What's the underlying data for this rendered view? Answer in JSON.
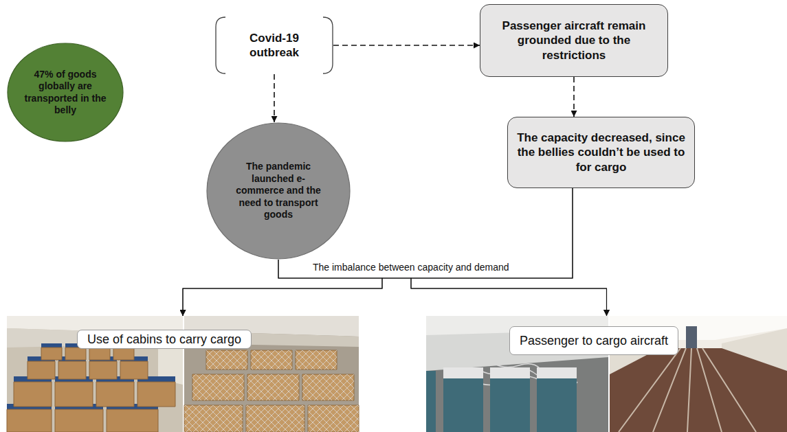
{
  "diagram": {
    "nodes": [
      {
        "text": [
          "47% of goods globally are transported in the belly"
        ]
      },
      {
        "text": [
          "Covid-19 outbreak"
        ]
      },
      {
        "text": [
          "Passenger aircraft remain grounded due to the restrictions"
        ]
      },
      {
        "text": [
          "The pandemic launched e-commerce and the need to transport goods"
        ]
      },
      {
        "text": [
          "The capacity decreased, since the bellies couldn’t be used to for cargo"
        ]
      },
      {
        "text": [
          "Use of cabins to carry cargo"
        ]
      },
      {
        "text": [
          "Passenger to cargo aircraft"
        ]
      }
    ],
    "edges": [
      {
        "from": 1,
        "to": 2,
        "arrow": "to"
      },
      {
        "from": 1,
        "to": 3,
        "arrow": "to"
      },
      {
        "from": 2,
        "to": 4,
        "arrow": "to"
      },
      {
        "from": 3,
        "to": 5,
        "arrow": "to"
      },
      {
        "from": 3,
        "to": 6,
        "arrow": "to"
      },
      {
        "from": 4,
        "to": 5,
        "arrow": "to"
      },
      {
        "from": 4,
        "to": 6,
        "arrow": "to"
      }
    ],
    "labels": [
      "The imbalance between capacity and demand"
    ]
  }
}
